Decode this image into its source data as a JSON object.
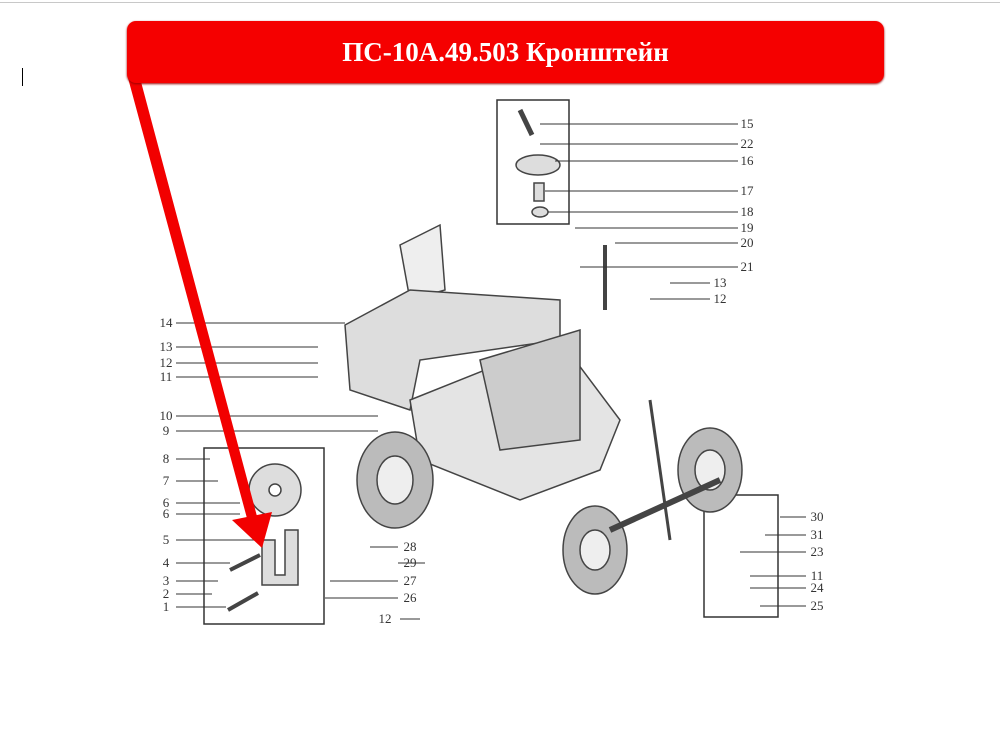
{
  "header": {
    "title": "ПС-10А.49.503 Кронштейн"
  },
  "colors": {
    "accent": "#f50000",
    "line": "#333333"
  },
  "diagram": {
    "left_labels": [
      "14",
      "13",
      "12",
      "11",
      "10",
      "9",
      "8",
      "7",
      "6",
      "6",
      "5",
      "4",
      "3",
      "2",
      "1"
    ],
    "top_right_labels": [
      "15",
      "22",
      "16",
      "17",
      "18",
      "19",
      "20",
      "21",
      "13",
      "12"
    ],
    "bottom_right_labels": [
      "30",
      "31",
      "23",
      "11",
      "24",
      "25"
    ],
    "middle_labels": [
      "28",
      "29",
      "27",
      "26",
      "12"
    ]
  }
}
